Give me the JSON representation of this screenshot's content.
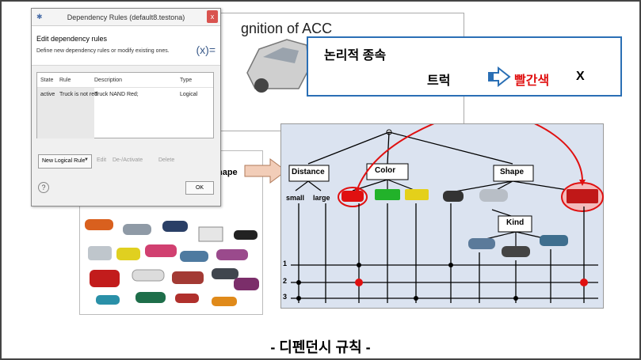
{
  "slide": {
    "acc_title": "gnition of ACC",
    "collage_label": "hape",
    "footer": "- 디펜던시 규칙 -"
  },
  "dialog": {
    "window_title": "Dependency Rules (default8.testona)",
    "close_glyph": "x",
    "heading": "Edit dependency rules",
    "description": "Define new dependency rules or modify existing ones.",
    "badge": "(x)=",
    "columns": [
      "State",
      "Rule",
      "Description",
      "Type"
    ],
    "rows": [
      {
        "state": "active",
        "rule": "Truck is not red",
        "description": "Truck   NAND Red;",
        "type": "Logical"
      }
    ],
    "buttons": {
      "new_rule": "New Logical Rule",
      "edit": "Edit",
      "deactivate": "De-/Activate",
      "delete": "Delete",
      "ok": "OK",
      "help": "?"
    }
  },
  "callout": {
    "title": "논리적 종속",
    "subject": "트럭",
    "color_text": "빨간색",
    "negation": "X"
  },
  "tree": {
    "root_categories": [
      "Distance",
      "Color",
      "Shape"
    ],
    "distance_values": [
      "small",
      "large"
    ],
    "sub_category": "Kind",
    "row_labels": [
      "1",
      "2",
      "3"
    ]
  },
  "colors": {
    "callout_border": "#2a6fb5",
    "highlight_red": "#e01010",
    "tree_background": "#dbe3f0",
    "dialog_close": "#d9534f"
  }
}
